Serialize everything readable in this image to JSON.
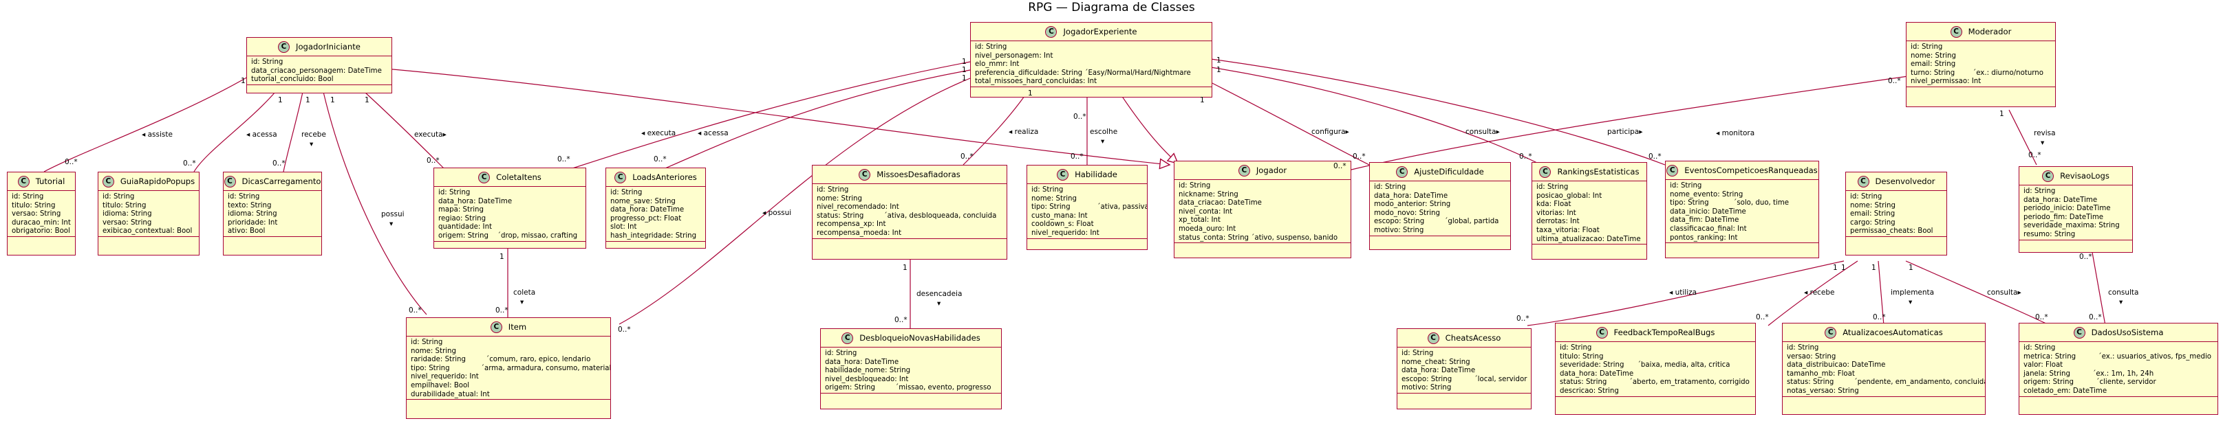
{
  "title": "RPG — Diagrama de Classes",
  "classes": {
    "jogador_iniciante": {
      "name": "JogadorIniciante",
      "attrs": [
        "id: String",
        "data_criacao_personagem: DateTime",
        "tutorial_concluido: Bool"
      ]
    },
    "jogador_experiente": {
      "name": "JogadorExperiente",
      "attrs": [
        "id: String",
        "nivel_personagem: Int",
        "elo_mmr: Int",
        "preferencia_dificuldade: String ´Easy/Normal/Hard/Nightmare",
        "total_missoes_hard_concluidas: Int"
      ]
    },
    "moderador": {
      "name": "Moderador",
      "attrs": [
        "id: String",
        "nome: String",
        "email: String",
        "turno: String        ´ex.: diurno/noturno",
        "nivel_permissao: Int"
      ]
    },
    "tutorial": {
      "name": "Tutorial",
      "attrs": [
        "id: String",
        "titulo: String",
        "versao: String",
        "duracao_min: Int",
        "obrigatorio: Bool"
      ]
    },
    "guia_rapido_popups": {
      "name": "GuiaRapidoPopups",
      "attrs": [
        "id: String",
        "titulo: String",
        "idioma: String",
        "versao: String",
        "exibicao_contextual: Bool"
      ]
    },
    "dicas_carregamento": {
      "name": "DicasCarregamento",
      "attrs": [
        "id: String",
        "texto: String",
        "idioma: String",
        "prioridade: Int",
        "ativo: Bool"
      ]
    },
    "coleta_itens": {
      "name": "ColetaItens",
      "attrs": [
        "id: String",
        "data_hora: DateTime",
        "mapa: String",
        "regiao: String",
        "quantidade: Int",
        "origem: String    ´drop, missao, crafting"
      ]
    },
    "loads_anteriores": {
      "name": "LoadsAnteriores",
      "attrs": [
        "id: String",
        "nome_save: String",
        "data_hora: DateTime",
        "progresso_pct: Float",
        "slot: Int",
        "hash_integridade: String"
      ]
    },
    "missoes_desafiadoras": {
      "name": "MissoesDesafiadoras",
      "attrs": [
        "id: String",
        "nome: String",
        "nivel_recomendado: Int",
        "status: String         ´ativa, desbloqueada, concluida",
        "recompensa_xp: Int",
        "recompensa_moeda: Int"
      ]
    },
    "habilidade": {
      "name": "Habilidade",
      "attrs": [
        "id: String",
        "nome: String",
        "tipo: String            ´ativa, passiva",
        "custo_mana: Int",
        "cooldown_s: Float",
        "nivel_requerido: Int"
      ]
    },
    "jogador": {
      "name": "Jogador",
      "attrs": [
        "id: String",
        "nickname: String",
        "data_criacao: DateTime",
        "nivel_conta: Int",
        "xp_total: Int",
        "moeda_ouro: Int",
        "status_conta: String ´ativo, suspenso, banido"
      ]
    },
    "ajuste_dificuldade": {
      "name": "AjusteDificuldade",
      "attrs": [
        "id: String",
        "data_hora: DateTime",
        "modo_anterior: String",
        "modo_novo: String",
        "escopo: String         ´global, partida",
        "motivo: String"
      ]
    },
    "rankings_estatisticas": {
      "name": "RankingsEstatisticas",
      "attrs": [
        "id: String",
        "posicao_global: Int",
        "kda: Float",
        "vitorias: Int",
        "derrotas: Int",
        "taxa_vitoria: Float",
        "ultima_atualizacao: DateTime"
      ]
    },
    "eventos_competicoes": {
      "name": "EventosCompeticoesRanqueadas",
      "attrs": [
        "id: String",
        "nome_evento: String",
        "tipo: String           ´solo, duo, time",
        "data_inicio: DateTime",
        "data_fim: DateTime",
        "classificacao_final: Int",
        "pontos_ranking: Int"
      ]
    },
    "desenvolvedor": {
      "name": "Desenvolvedor",
      "attrs": [
        "id: String",
        "nome: String",
        "email: String",
        "cargo: String",
        "permissao_cheats: Bool"
      ]
    },
    "revisao_logs": {
      "name": "RevisaoLogs",
      "attrs": [
        "id: String",
        "data_hora: DateTime",
        "periodo_inicio: DateTime",
        "periodo_fim: DateTime",
        "severidade_maxima: String",
        "resumo: String"
      ]
    },
    "item": {
      "name": "Item",
      "attrs": [
        "id: String",
        "nome: String",
        "raridade: String         ´comum, raro, epico, lendario",
        "tipo: String              ´arma, armadura, consumo, material",
        "nivel_requerido: Int",
        "empilhavel: Bool",
        "durabilidade_atual: Int"
      ]
    },
    "desbloqueio_habilidades": {
      "name": "DesbloqueioNovasHabilidades",
      "attrs": [
        "id: String",
        "data_hora: DateTime",
        "habilidade_nome: String",
        "nivel_desbloqueado: Int",
        "origem: String         ´missao, evento, progresso"
      ]
    },
    "cheats_acesso": {
      "name": "CheatsAcesso",
      "attrs": [
        "id: String",
        "nome_cheat: String",
        "data_hora: DateTime",
        "escopo: String          ´local, servidor",
        "motivo: String"
      ]
    },
    "feedback_bugs": {
      "name": "FeedbackTempoRealBugs",
      "attrs": [
        "id: String",
        "titulo: String",
        "severidade: String      ´baixa, media, alta, critica",
        "data_hora: DateTime",
        "status: String          ´aberto, em_tratamento, corrigido",
        "descricao: String"
      ]
    },
    "atualizacoes": {
      "name": "AtualizacoesAutomaticas",
      "attrs": [
        "id: String",
        "versao: String",
        "data_distribuicao: DateTime",
        "tamanho_mb: Float",
        "status: String         ´pendente, em_andamento, concluida",
        "notas_versao: String"
      ]
    },
    "dados_uso": {
      "name": "DadosUsoSistema",
      "attrs": [
        "id: String",
        "metrica: String          ´ex.: usuarios_ativos, fps_medio",
        "valor: Float",
        "janela: String          ´ex.: 1m, 1h, 24h",
        "origem: String          ´cliente, servidor",
        "coletado_em: DateTime"
      ]
    }
  },
  "relations": {
    "assiste": "◂ assiste",
    "acessa_guia": "◂ acessa",
    "recebe_dicas": "recebe",
    "executa_coleta": "executa▸",
    "possui_item": "possui",
    "execute_loads": "◂ executa",
    "acessa_loads": "◂ acessa",
    "realiza": "◂ realiza",
    "escolhe": "escolhe",
    "configura": "configura▸",
    "consulta_rank": "consulta▸",
    "participa": "participa▸",
    "monitora": "◂ monitora",
    "revisa": "revisa",
    "possui_exp": "◂ possui",
    "coleta": "coleta",
    "desencadeia": "desencadeia",
    "utiliza": "◂ utiliza",
    "recebe_fb": "◂ recebe",
    "implementa": "implementa",
    "consulta_dados": "consulta▸",
    "consulta_logs": "consulta"
  },
  "mult": {
    "one": "1",
    "many": "0..*"
  }
}
